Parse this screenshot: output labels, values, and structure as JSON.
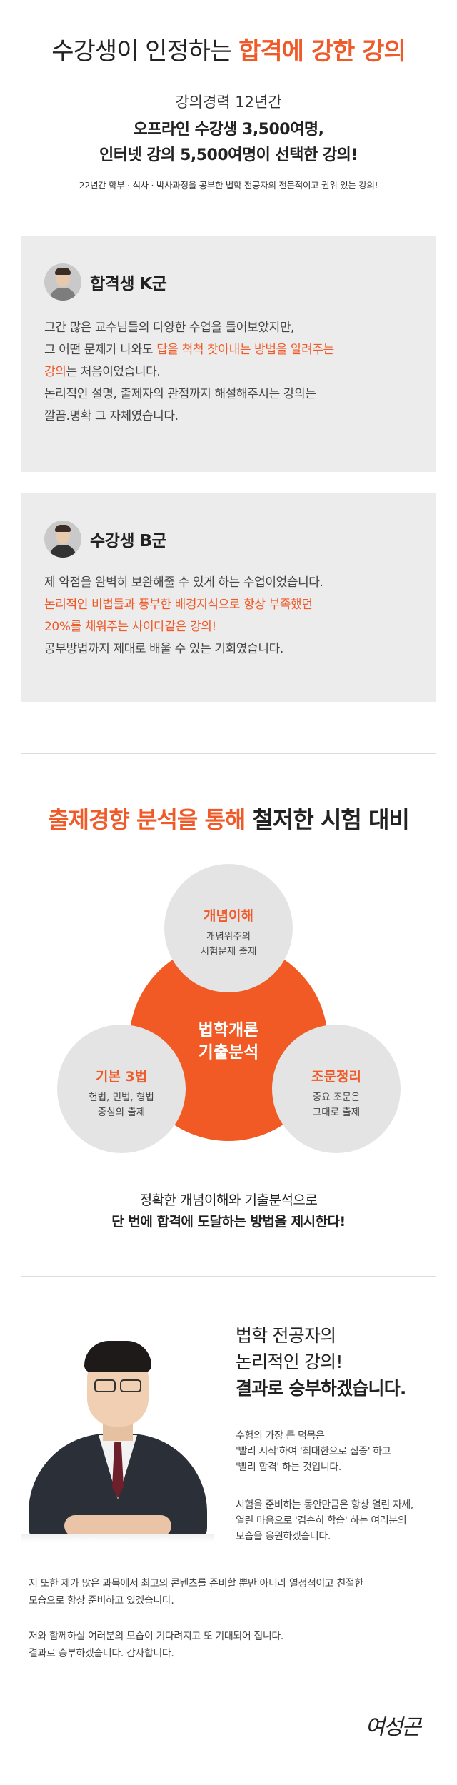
{
  "hero": {
    "title_prefix": "수강생이 인정하는 ",
    "title_accent": "합격에 강한 강의",
    "sub1": "강의경력 12년간",
    "sub2": "오프라인 수강생 3,500여명,",
    "sub3": "인터넷 강의 5,500여명이 선택한 강의!",
    "note": "22년간 학부 · 석사 · 박사과정을 공부한 법학 전공자의 전문적이고 권위 있는 강의!"
  },
  "reviews": [
    {
      "name": "합격생 K군",
      "lines": [
        {
          "parts": [
            {
              "text": "그간 많은 교수님들의 다양한 수업을 들어보았지만,",
              "hl": false
            }
          ]
        },
        {
          "parts": [
            {
              "text": "그 어떤 문제가 나와도 ",
              "hl": false
            },
            {
              "text": "답을 척척 찾아내는 방법을 알려주는",
              "hl": true
            }
          ]
        },
        {
          "parts": [
            {
              "text": "강의",
              "hl": true
            },
            {
              "text": "는 처음이었습니다.",
              "hl": false
            }
          ]
        },
        {
          "parts": [
            {
              "text": "논리적인 설명, 출제자의 관점까지 해설해주시는 강의는",
              "hl": false
            }
          ]
        },
        {
          "parts": [
            {
              "text": "깔끔.명확 그 자체였습니다.",
              "hl": false
            }
          ]
        }
      ]
    },
    {
      "name": "수강생 B군",
      "lines": [
        {
          "parts": [
            {
              "text": "제 약점을 완벽히 보완해줄 수 있게 하는 수업이었습니다.",
              "hl": false
            }
          ]
        },
        {
          "parts": [
            {
              "text": "논리적인 비법들과 풍부한 배경지식으로 항상 부족했던",
              "hl": true
            }
          ]
        },
        {
          "parts": [
            {
              "text": "20%를 채워주는 사이다같은 강의!",
              "hl": true
            }
          ]
        },
        {
          "parts": [
            {
              "text": "공부방법까지 제대로 배울 수 있는 기회였습니다.",
              "hl": false
            }
          ]
        }
      ]
    }
  ],
  "section2": {
    "title_accent": "출제경향 분석을 통해",
    "title_rest": " 철저한 시험 대비",
    "core_line1": "법학개론",
    "core_line2": "기출분석",
    "bubbles": {
      "top": {
        "title": "개념이해",
        "desc1": "개념위주의",
        "desc2": "시험문제 출제"
      },
      "left": {
        "title": "기본 3법",
        "desc1": "헌법, 민법, 형법",
        "desc2": "중심의 출제"
      },
      "right": {
        "title": "조문정리",
        "desc1": "중요 조문은",
        "desc2": "그대로 출제"
      }
    },
    "caption1": "정확한 개념이해와 기출분석으로",
    "caption2": "단 번에 합격에 도달하는 방법을 제시한다!"
  },
  "section3": {
    "title1": "법학 전공자의",
    "title2": "논리적인 강의!",
    "title3": "결과로 승부하겠습니다.",
    "p1": [
      "수험의 가장 큰 덕목은",
      "'빨리 시작'하여 '최대한으로 집중' 하고",
      "'빨리 합격' 하는 것입니다."
    ],
    "p2": [
      "시험을 준비하는 동안만큼은 항상 열린 자세,",
      "열린 마음으로 '겸손히 학습' 하는 여러분의",
      "모습을 응원하겠습니다."
    ],
    "body1": [
      "저 또한 제가 많은 과목에서 최고의 콘텐츠를 준비할 뿐만 아니라 열정적이고 친절한",
      "모습으로 항상 준비하고 있겠습니다."
    ],
    "body2": [
      "저와 함께하실 여러분의 모습이 기다려지고 또 기대되어 집니다.",
      "결과로 승부하겠습니다. 감사합니다."
    ],
    "signature": "여성곤"
  },
  "colors": {
    "accent": "#f05a28",
    "card_bg": "#ececec",
    "bubble_bg": "#e4e4e4",
    "core_bg": "#f15a24"
  }
}
